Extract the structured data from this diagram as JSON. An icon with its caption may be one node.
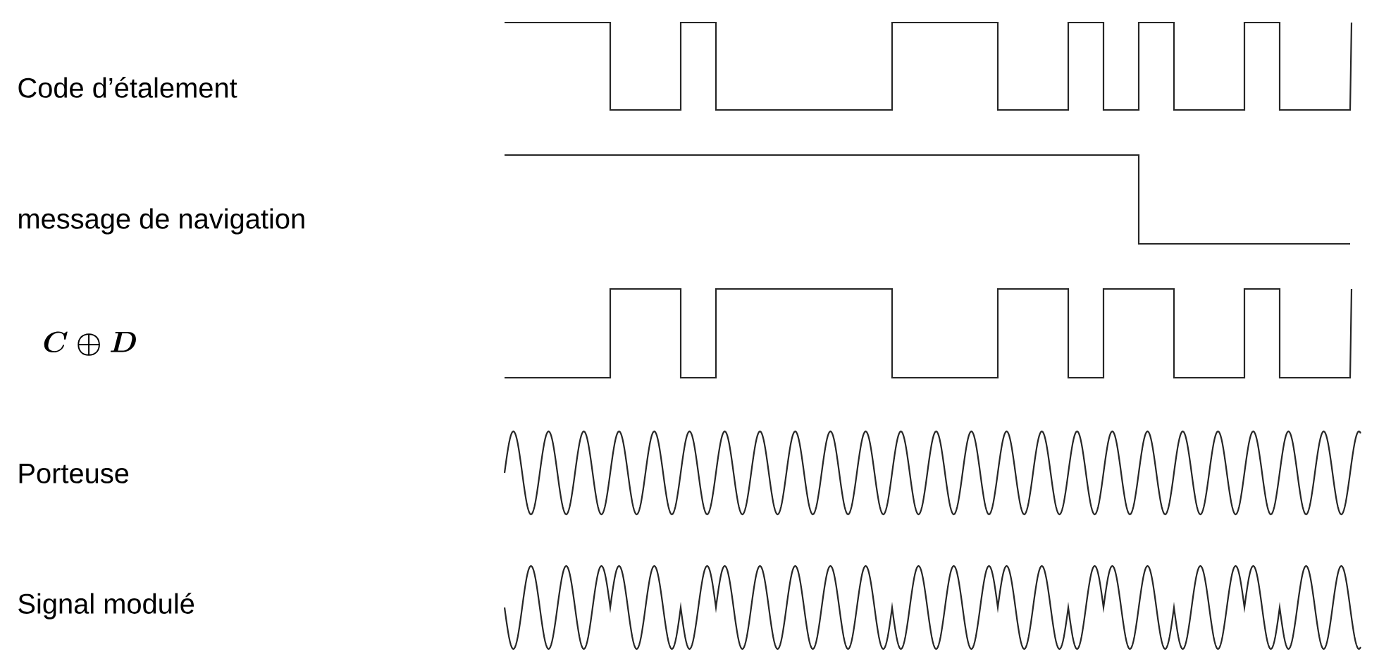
{
  "diagram": {
    "labels": [
      "Code d’étalement",
      "message de navigation",
      "C \\oplus D",
      "Porteuse",
      "Signal modulé"
    ]
  }
}
